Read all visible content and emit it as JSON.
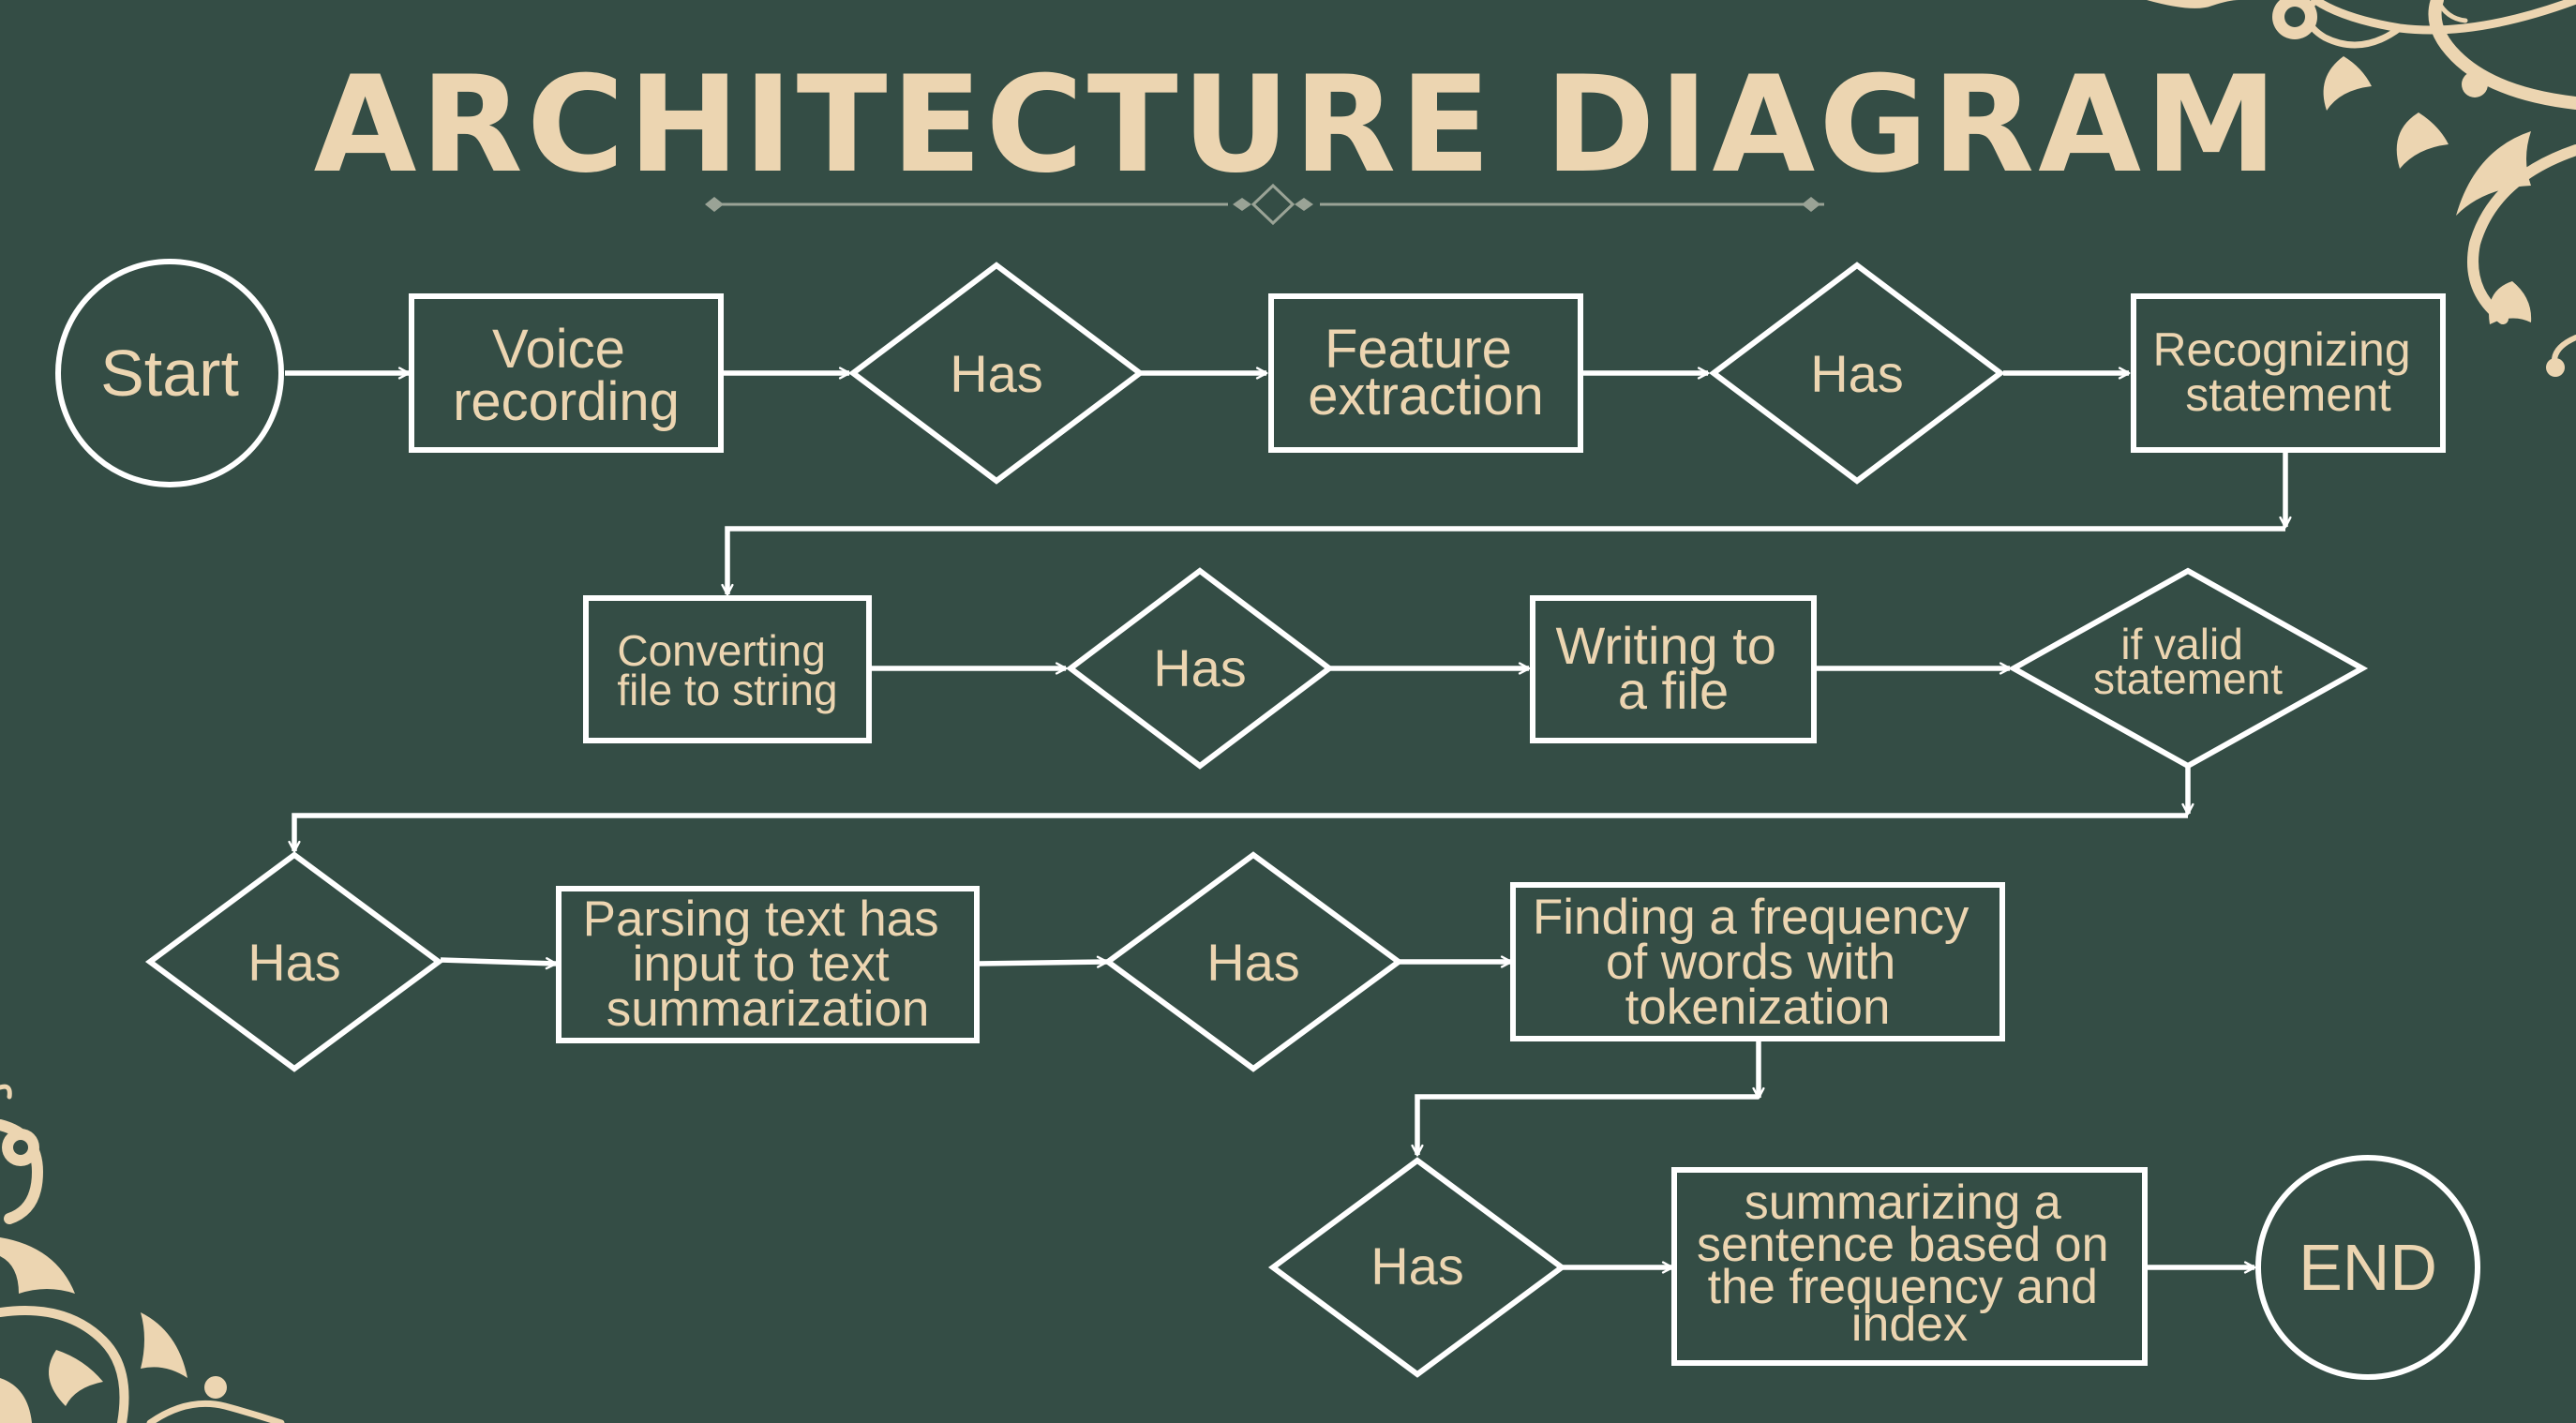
{
  "title": "ARCHITECTURE DIAGRAM",
  "colors": {
    "background": "#344d45",
    "text": "#ecd5b1",
    "stroke": "#ffffff"
  },
  "nodes": {
    "start": "Start",
    "voice_recording": [
      "Voice",
      "recording"
    ],
    "has_1": "Has",
    "feature_extraction": [
      "Feature",
      "extraction"
    ],
    "has_2": "Has",
    "recognizing_statement": [
      "Recognizing",
      "statement"
    ],
    "converting_file": [
      "Converting",
      "file to string"
    ],
    "has_3": "Has",
    "writing_file": [
      "Writing to",
      "a file"
    ],
    "if_valid": [
      "if valid",
      "statement"
    ],
    "has_4": "Has",
    "parsing_text": [
      "Parsing text has",
      "input to text",
      "summarization"
    ],
    "has_5": "Has",
    "finding_frequency": [
      "Finding a frequency",
      "of words with",
      "tokenization"
    ],
    "has_6": "Has",
    "summarizing": [
      "summarizing a",
      "sentence based on",
      "the frequency and",
      "index"
    ],
    "end": "END"
  },
  "decorations": [
    "floral-ornament-top-right",
    "floral-ornament-bottom-left",
    "title-divider-ornament"
  ]
}
